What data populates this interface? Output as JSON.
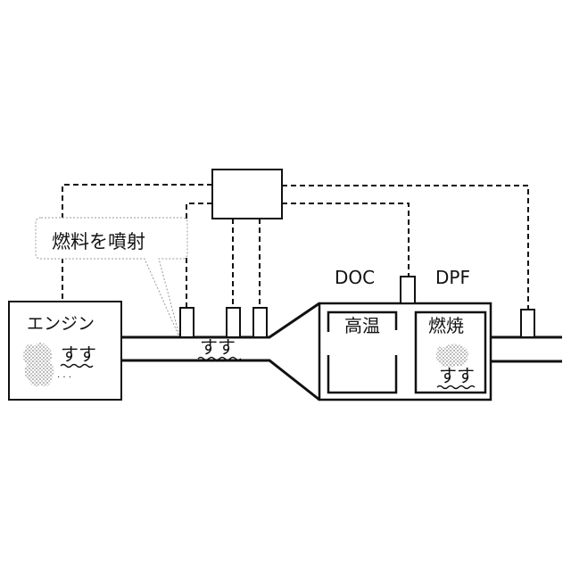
{
  "labels": {
    "engine": "エンジン",
    "engine_soot": "すす",
    "pipe_soot": "すす",
    "fuel_injection": "燃料を噴射",
    "doc": "DOC",
    "dpf": "DPF",
    "high_temp": "高温",
    "combustion": "燃焼",
    "dpf_soot": "すす"
  },
  "colors": {
    "line": "#111111",
    "background": "#ffffff",
    "soot": "#9a9a9a",
    "callout_border": "#999999"
  }
}
